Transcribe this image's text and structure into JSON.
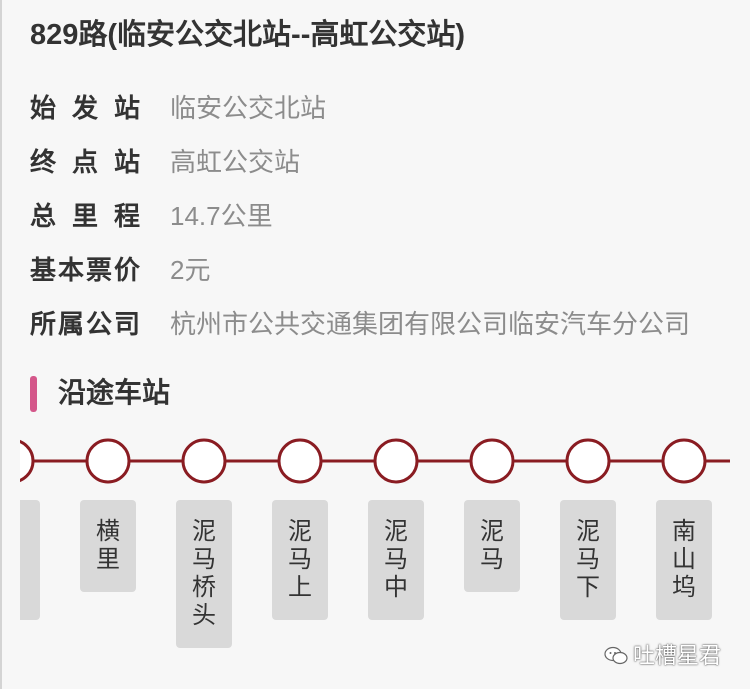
{
  "route": {
    "title": "829路(临安公交北站--高虹公交站)"
  },
  "info": [
    {
      "label": "始发站",
      "value": "临安公交北站"
    },
    {
      "label": "终点站",
      "value": "高虹公交站"
    },
    {
      "label": "总里程",
      "value": "14.7公里"
    },
    {
      "label": "基本票价",
      "value": "2元"
    },
    {
      "label": "所属公司",
      "value": "杭州市公共交通集团有限公司临安汽车分公司"
    }
  ],
  "section": {
    "title": "沿途车站"
  },
  "stations": [
    "横里",
    "泥马桥头",
    "泥马上",
    "泥马中",
    "泥马",
    "泥马下",
    "南山坞"
  ],
  "colors": {
    "route_line": "#8a1c22",
    "station_node_fill": "#ffffff",
    "station_box": "#d9d9d9",
    "accent_bar": "#d4578a"
  },
  "watermark": {
    "icon": "wechat-icon",
    "text": "吐槽星君"
  }
}
